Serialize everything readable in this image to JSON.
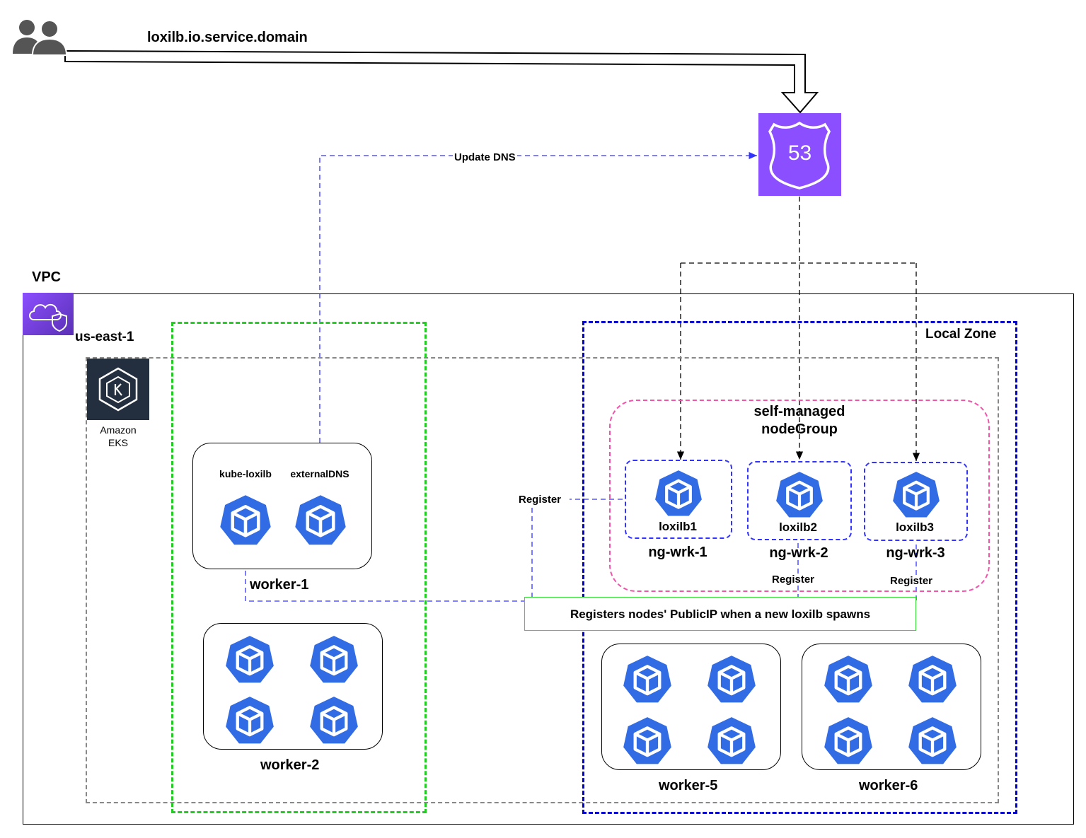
{
  "domain_label": "loxilb.io.service.domain",
  "update_dns_label": "Update DNS",
  "route53_text": "53",
  "vpc_label": "VPC",
  "region_label": "us-east-1",
  "local_zone_label": "Local Zone",
  "eks": {
    "line1": "Amazon",
    "line2": "EKS"
  },
  "nodegroup": {
    "line1": "self-managed",
    "line2": "nodeGroup"
  },
  "worker1": {
    "label": "worker-1",
    "pod1_label": "kube-loxilb",
    "pod2_label": "externalDNS"
  },
  "worker2": {
    "label": "worker-2"
  },
  "worker5": {
    "label": "worker-5"
  },
  "worker6": {
    "label": "worker-6"
  },
  "ng_nodes": [
    {
      "pod_label": "loxilb1",
      "node_label": "ng-wrk-1"
    },
    {
      "pod_label": "loxilb2",
      "node_label": "ng-wrk-2"
    },
    {
      "pod_label": "loxilb3",
      "node_label": "ng-wrk-3"
    }
  ],
  "register_label": "Register",
  "register_note": "Registers nodes' PublicIP when a new loxilb spawns",
  "colors": {
    "k8s_blue": "#326CE5",
    "route53_purple": "#8C4FFF",
    "green_dash": "#22CC22",
    "blue_dash": "#0000CC",
    "pink_dash": "#EE55AA",
    "gray_dash": "#888888",
    "dns_arrow": "#3333FF"
  }
}
